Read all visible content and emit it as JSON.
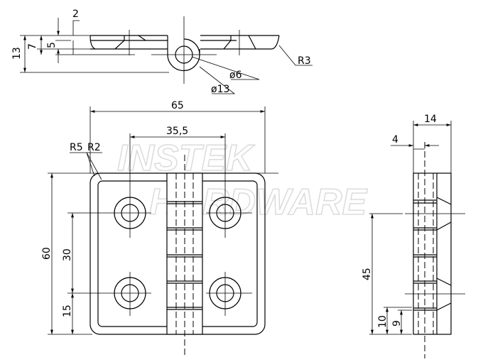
{
  "watermark": {
    "line1": "INSTEK",
    "line2": "HARDWARE"
  },
  "top_view": {
    "dims": [
      "2",
      "7",
      "5",
      "13"
    ],
    "r3": "R3",
    "d6": "ø6",
    "d13": "ø13"
  },
  "front_view": {
    "width": "65",
    "hole_spacing": "35,5",
    "r5": "R5",
    "r2": "R2",
    "height": "60",
    "v_spacing": "30",
    "v_offset": "15"
  },
  "side_view": {
    "thickness": "14",
    "offset": "4",
    "spacing": "45",
    "d10": "10",
    "d9": "9"
  }
}
